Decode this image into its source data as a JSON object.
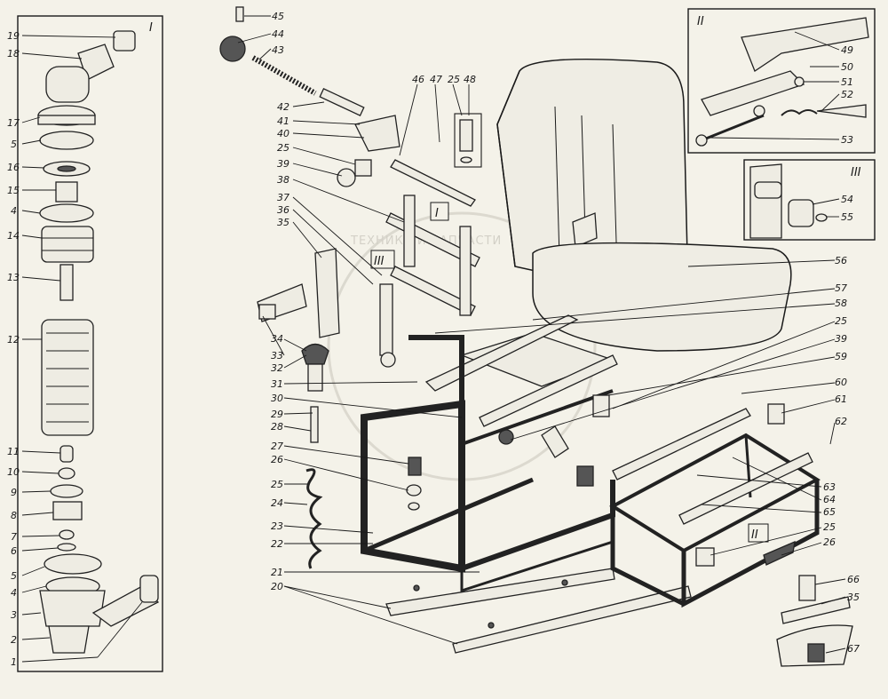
{
  "insets": {
    "I": "I",
    "II": "II",
    "III": "III"
  },
  "watermark": "ТЕХНИКА И ЗАПЧАСТИ",
  "callouts": {
    "left_column": [
      "19",
      "18",
      "17",
      "5",
      "16",
      "15",
      "4",
      "14",
      "13",
      "12",
      "11",
      "10",
      "9",
      "8",
      "7",
      "6",
      "5",
      "4",
      "3",
      "2",
      "1"
    ],
    "main_top": [
      "45",
      "44",
      "43",
      "42",
      "41",
      "40",
      "25",
      "39",
      "38",
      "37",
      "36",
      "35",
      "46",
      "47",
      "25",
      "48"
    ],
    "main_left": [
      "34",
      "33",
      "32",
      "31",
      "30",
      "29",
      "28",
      "27",
      "26",
      "25",
      "24",
      "23",
      "22",
      "21",
      "20"
    ],
    "right": [
      "56",
      "57",
      "58",
      "25",
      "39",
      "59",
      "60",
      "61",
      "62",
      "63",
      "64",
      "65",
      "25",
      "26",
      "66",
      "35",
      "67"
    ],
    "inset_II": [
      "49",
      "50",
      "51",
      "52",
      "53"
    ],
    "inset_III": [
      "54",
      "55"
    ],
    "inline_roman": [
      "I",
      "III",
      "II"
    ]
  }
}
